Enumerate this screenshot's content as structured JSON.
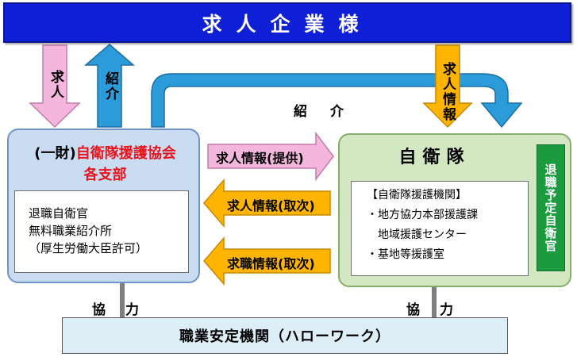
{
  "header": {
    "title": "求人企業様"
  },
  "arrows": {
    "down_left_label": "求人",
    "up_left_label": "紹介",
    "top_right_label": "求人情報",
    "curve_label": "紹　介",
    "right1_label": "求人情報(提供)",
    "left1_label": "求人情報(取次)",
    "left2_label": "求職情報(取次)"
  },
  "left_org": {
    "title_prefix": "(一財)",
    "title_red_1": "自衛隊援護協会",
    "title_red_2": "各支部",
    "lines": [
      "退職自衛官",
      "無料職業紹介所",
      "（厚生労働大臣許可）"
    ]
  },
  "right_org": {
    "title": "自衛隊",
    "lines": [
      "【自衛隊援護機関】",
      "・地方協力本部援護課",
      "　地域援護センター",
      "・基地等援護室"
    ],
    "badge": "退職予定自衛官"
  },
  "bottom": {
    "title": "職業安定機関（ハローワーク）",
    "left_label": "協　力",
    "right_label": "協　力"
  },
  "colors": {
    "header_blue": "#0f1fd6",
    "pink_arrow": "#f4b6dc",
    "cyan_arrow": "#2b9bd9",
    "orange_arrow": "#ffb400",
    "title_red": "#e8141c",
    "badge_green": "#1b9a3e"
  }
}
